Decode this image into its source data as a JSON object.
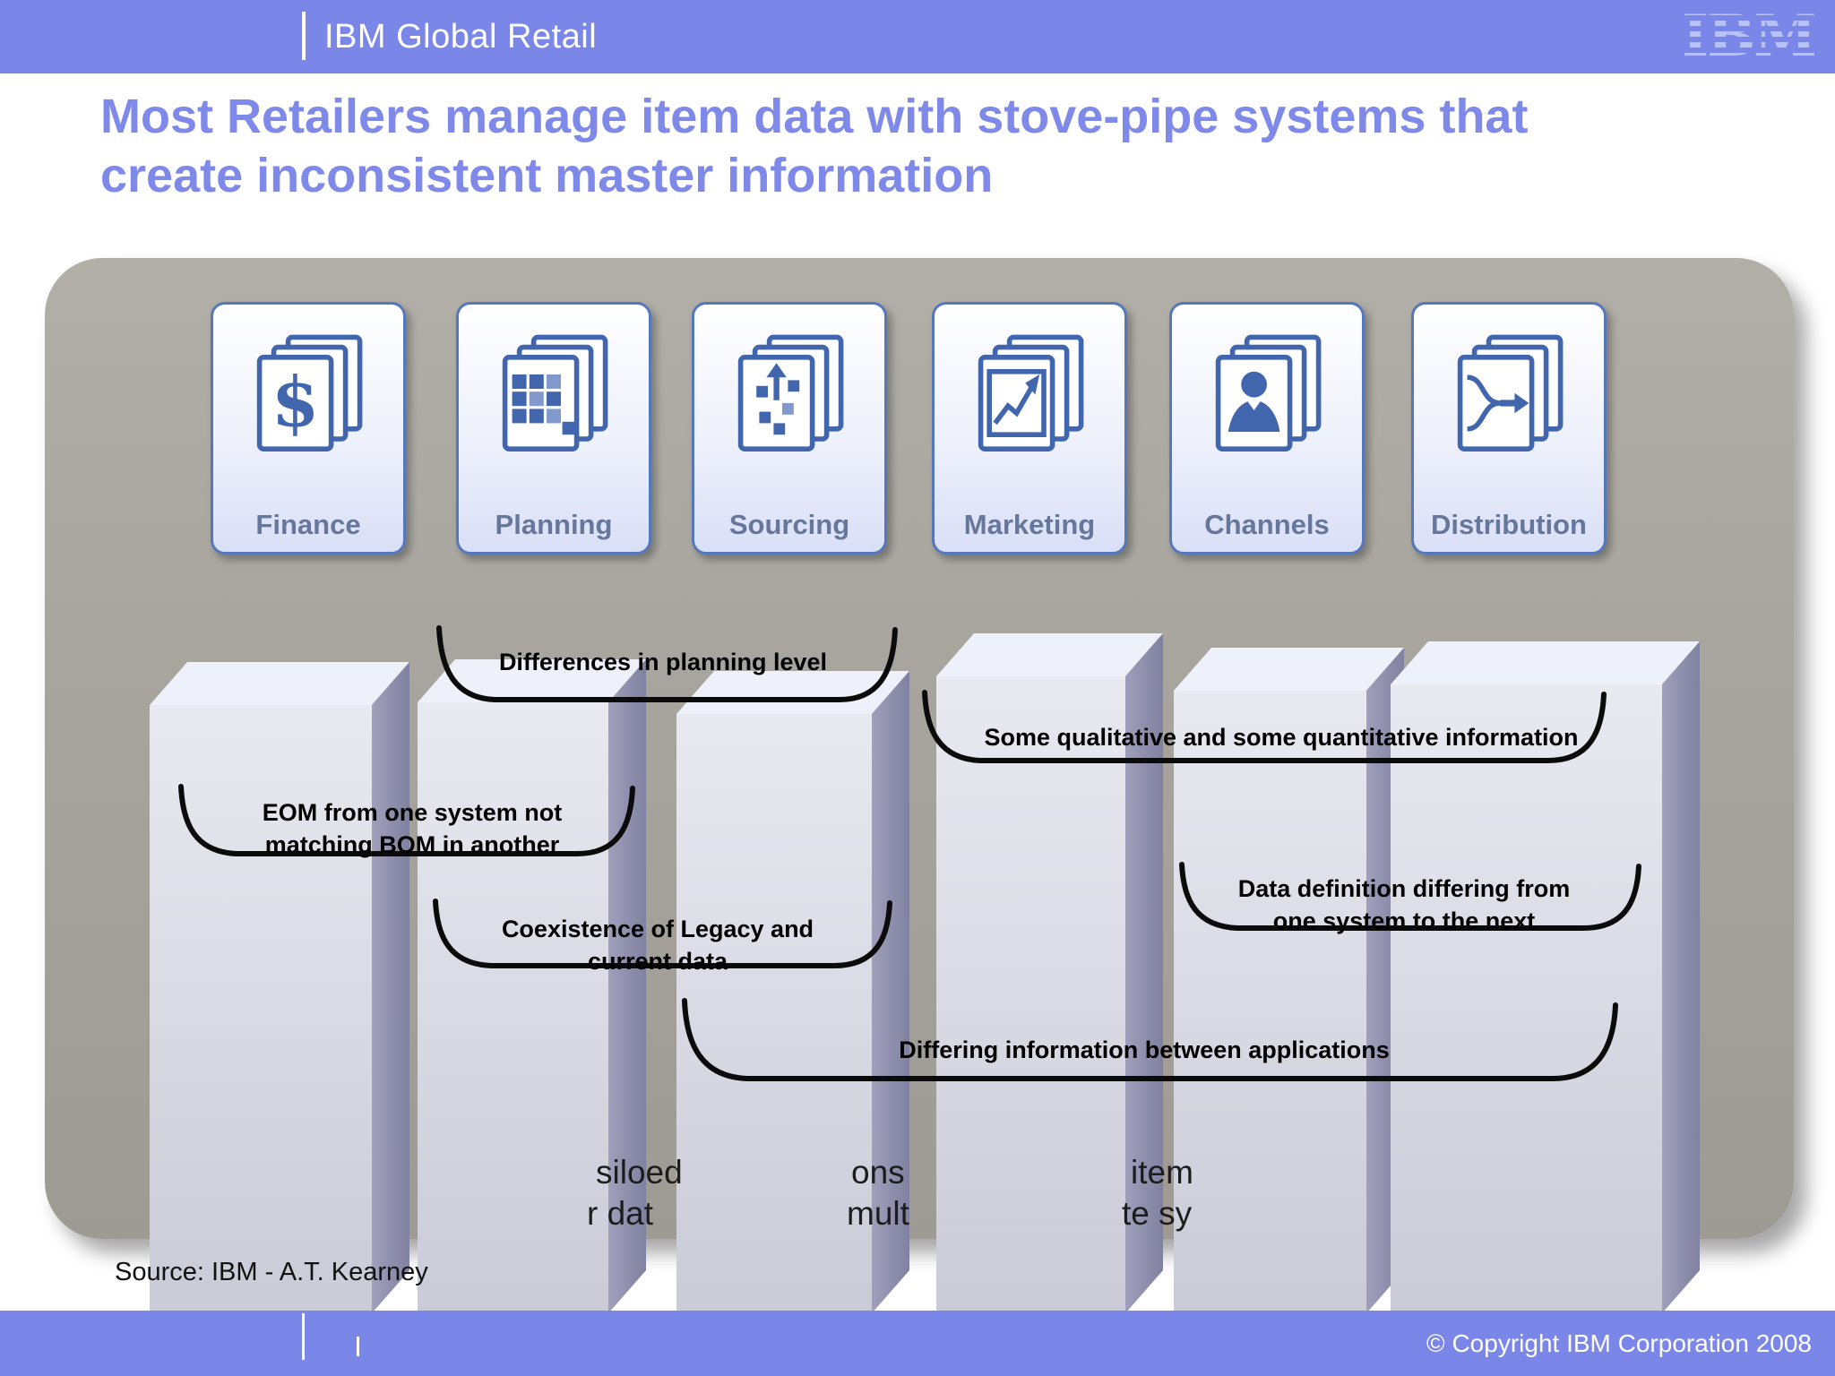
{
  "header": {
    "brand": "IBM Global Retail",
    "logo": "IBM"
  },
  "title": "Most Retailers manage item data with stove-pipe systems that create inconsistent master information",
  "cards": [
    {
      "label": "Finance"
    },
    {
      "label": "Planning"
    },
    {
      "label": "Sourcing"
    },
    {
      "label": "Marketing"
    },
    {
      "label": "Channels"
    },
    {
      "label": "Distribution"
    }
  ],
  "callouts": [
    {
      "text": "Differences in planning level"
    },
    {
      "text": "Some qualitative and some quantitative information"
    },
    {
      "text": "EOM from one system not matching BOM in another"
    },
    {
      "text": "Data definition differing from one system to the next"
    },
    {
      "text": "Coexistence of Legacy and current data"
    },
    {
      "text": "Differing information between applications"
    }
  ],
  "fragments": {
    "line1": [
      "siloed",
      "ons",
      "item"
    ],
    "line2": [
      "r dat",
      "mult",
      "te sy"
    ]
  },
  "source": "Source:  IBM - A.T. Kearney",
  "footer": {
    "copyright": "© Copyright IBM Corporation 2008"
  },
  "colors": {
    "accent": "#7b86e9",
    "title_text": "#7e89e9",
    "card_border": "#5577bb",
    "icon_blue": "#4166ae",
    "container_gray": "#a8a59e"
  }
}
